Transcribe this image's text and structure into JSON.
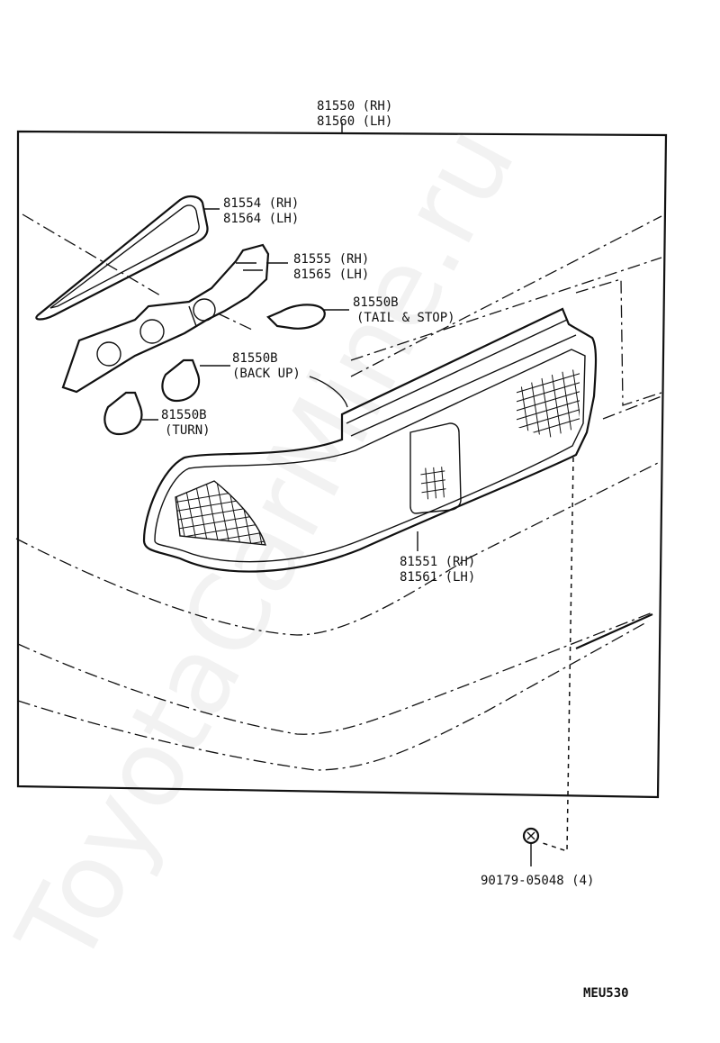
{
  "labels": {
    "assembly_rh": "81550 (RH)",
    "assembly_lh": "81560 (LH)",
    "gasket_rh": "81554 (RH)",
    "gasket_lh": "81564 (LH)",
    "socket_rh": "81555 (RH)",
    "socket_lh": "81565 (LH)",
    "bulb_tail_no": "81550B",
    "bulb_tail_desc": "(TAIL & STOP)",
    "bulb_back_no": "81550B",
    "bulb_back_desc": "(BACK UP)",
    "bulb_turn_no": "81550B",
    "bulb_turn_desc": "(TURN)",
    "lens_rh": "81551 (RH)",
    "lens_lh": "81561 (LH)",
    "screw": "90179-05048 (4)"
  },
  "diagram_code": "MEU530",
  "watermark": "ToyotaCarMine.ru"
}
